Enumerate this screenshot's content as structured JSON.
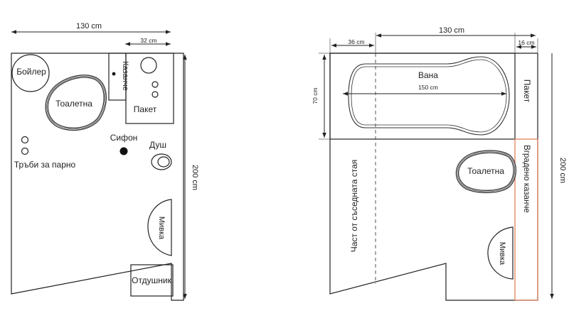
{
  "left_plan": {
    "dims": {
      "width_label": "130 cm",
      "height_label": "200 cm",
      "package_width_label": "32 cm"
    },
    "labels": {
      "boiler": "Бойлер",
      "toilet": "Тоалетна",
      "tank": "Казанче",
      "package": "Пакет",
      "siphon": "Сифон",
      "shower": "Душ",
      "heating_pipes": "Тръби за парно",
      "sink": "Мивка",
      "vent": "Отдушник"
    }
  },
  "right_plan": {
    "dims": {
      "width_label": "130 cm",
      "height_label": "200 cm",
      "left_offset_label": "36 cm",
      "right_offset_label": "16 cm",
      "tub_depth_label": "70 cm",
      "tub_length_label": "150 cm"
    },
    "labels": {
      "bathtub": "Вана",
      "package": "Пакет",
      "builtin_tank": "Вградено казанче",
      "toilet": "Тоалетна",
      "sink": "Мивка",
      "adjacent_room": "Част от съседната стая"
    },
    "colors": {
      "builtin_tank_outline": "#e07850"
    }
  }
}
